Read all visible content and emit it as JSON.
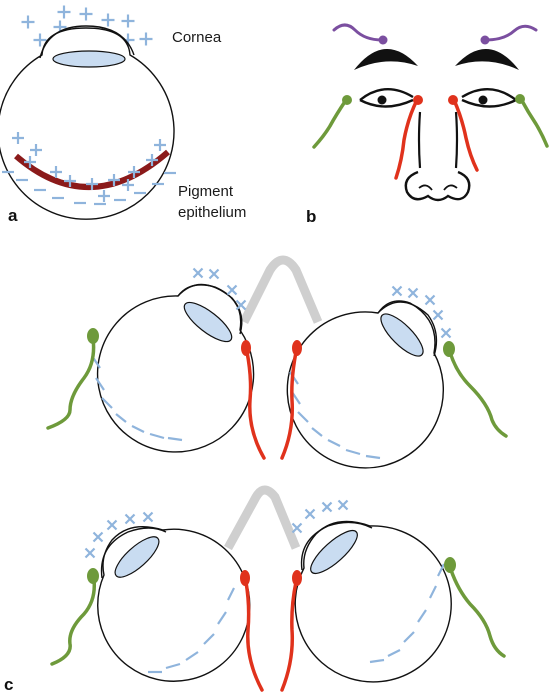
{
  "panel_a": {
    "label": "a",
    "cornea_label": "Cornea",
    "pigment_label_line1": "Pigment",
    "pigment_label_line2": "epithelium"
  },
  "panel_b": {
    "label": "b"
  },
  "panel_c": {
    "label": "c"
  },
  "colors": {
    "charge": "#8fb4dc",
    "pigment_epithelium": "#8b1a1a",
    "lens": "#c9dcf1",
    "lateral_electrode": "#6e9a3b",
    "medial_electrode": "#e0321c",
    "forehead_electrode": "#7b4fa0",
    "nose_bridge": "#cfcfcf"
  }
}
